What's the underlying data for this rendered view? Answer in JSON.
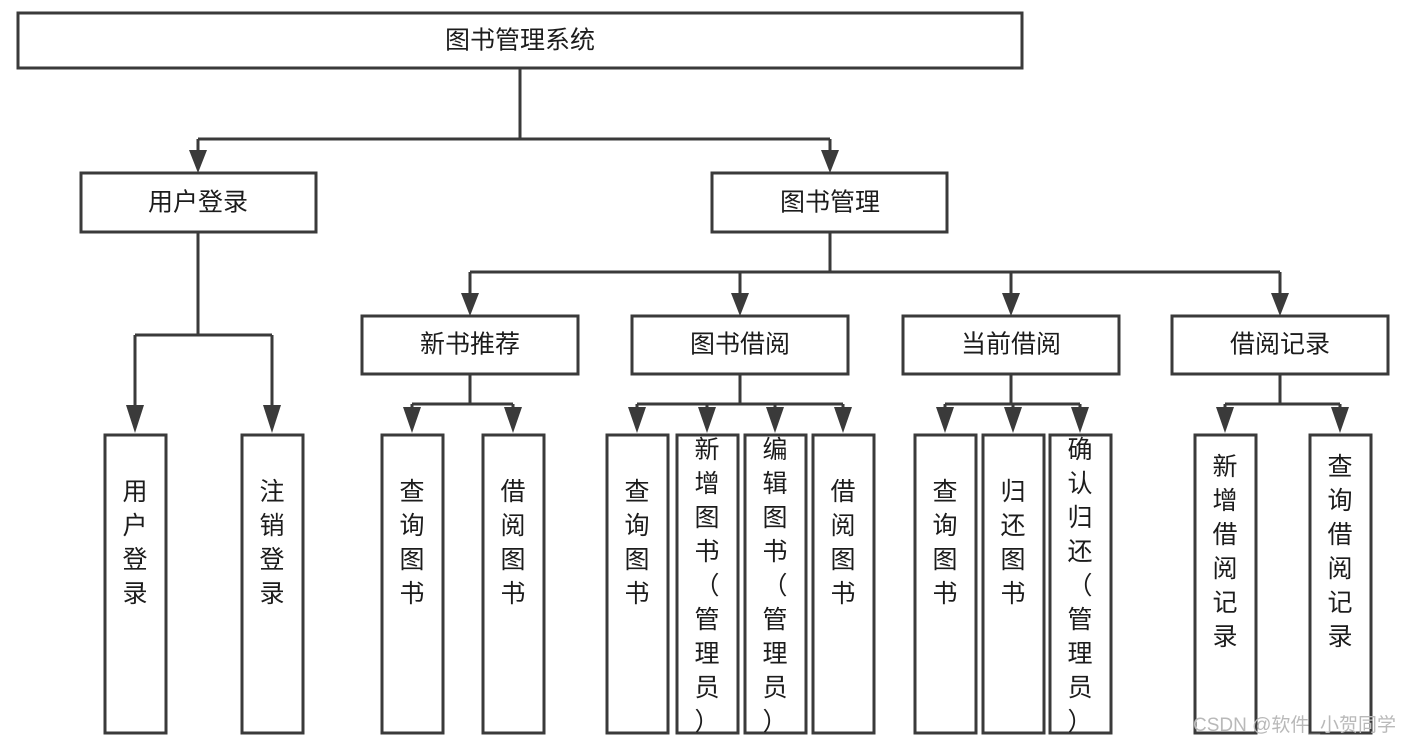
{
  "diagram": {
    "title": "图书管理系统",
    "type": "tree-hierarchy-chart",
    "root": {
      "id": "root",
      "label": "图书管理系统",
      "orientation": "horizontal"
    },
    "level2": [
      {
        "id": "user-login",
        "label": "用户登录",
        "orientation": "horizontal"
      },
      {
        "id": "book-management",
        "label": "图书管理",
        "orientation": "horizontal"
      }
    ],
    "level3": [
      {
        "id": "new-book-recommend",
        "label": "新书推荐",
        "orientation": "horizontal",
        "parent": "book-management"
      },
      {
        "id": "book-borrow",
        "label": "图书借阅",
        "orientation": "horizontal",
        "parent": "book-management"
      },
      {
        "id": "current-borrow",
        "label": "当前借阅",
        "orientation": "horizontal",
        "parent": "book-management"
      },
      {
        "id": "borrow-record",
        "label": "借阅记录",
        "orientation": "horizontal",
        "parent": "book-management"
      }
    ],
    "leaves": [
      {
        "id": "leaf-user-login",
        "label": "用户登录",
        "orientation": "vertical",
        "parent": "user-login"
      },
      {
        "id": "leaf-logout-login",
        "label": "注销登录",
        "orientation": "vertical",
        "parent": "user-login"
      },
      {
        "id": "leaf-query-book-1",
        "label": "查询图书",
        "orientation": "vertical",
        "parent": "new-book-recommend"
      },
      {
        "id": "leaf-borrow-book-1",
        "label": "借阅图书",
        "orientation": "vertical",
        "parent": "new-book-recommend"
      },
      {
        "id": "leaf-query-book-2",
        "label": "查询图书",
        "orientation": "vertical",
        "parent": "book-borrow"
      },
      {
        "id": "leaf-add-book",
        "label": "新增图书（管理员）",
        "orientation": "vertical",
        "parent": "book-borrow"
      },
      {
        "id": "leaf-edit-book",
        "label": "编辑图书（管理员）",
        "orientation": "vertical",
        "parent": "book-borrow"
      },
      {
        "id": "leaf-borrow-book-2",
        "label": "借阅图书",
        "orientation": "vertical",
        "parent": "book-borrow"
      },
      {
        "id": "leaf-query-book-3",
        "label": "查询图书",
        "orientation": "vertical",
        "parent": "current-borrow"
      },
      {
        "id": "leaf-return-book",
        "label": "归还图书",
        "orientation": "vertical",
        "parent": "current-borrow"
      },
      {
        "id": "leaf-confirm-return",
        "label": "确认归还（管理员）",
        "orientation": "vertical",
        "parent": "current-borrow"
      },
      {
        "id": "leaf-add-record",
        "label": "新增借阅记录",
        "orientation": "vertical",
        "parent": "borrow-record"
      },
      {
        "id": "leaf-query-record",
        "label": "查询借阅记录",
        "orientation": "vertical",
        "parent": "borrow-record"
      }
    ],
    "colors": {
      "box_stroke": "#3a3a3a",
      "box_fill": "#ffffff",
      "connector": "#3a3a3a",
      "text": "#1c1c1c",
      "watermark": "#b9b9b9",
      "background": "#ffffff"
    }
  },
  "watermark": {
    "text": "CSDN @软件_小贺同学"
  }
}
